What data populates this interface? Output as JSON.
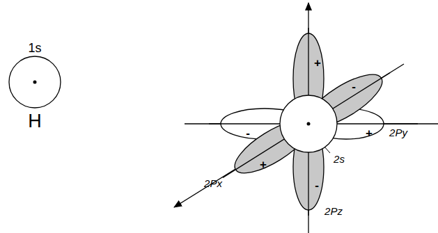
{
  "diagram": {
    "nodes": [
      {
        "text": [
          "1s",
          "H"
        ]
      }
    ],
    "labels": [
      "+",
      "-",
      "-",
      "+",
      "2Py",
      "2s",
      "+",
      "2Px",
      "-",
      "2Pz"
    ]
  }
}
